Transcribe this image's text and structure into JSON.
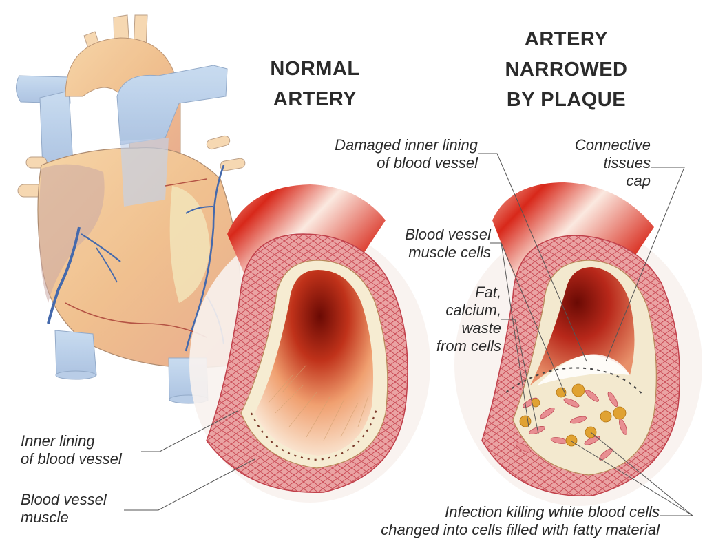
{
  "titles": {
    "normal": [
      "NORMAL",
      "ARTERY"
    ],
    "narrowed": [
      "ARTERY",
      "NARROWED",
      "BY PLAQUE"
    ]
  },
  "labels": {
    "inner_lining": [
      "Inner lining",
      "of blood vessel"
    ],
    "vessel_muscle": [
      "Blood vessel",
      "muscle"
    ],
    "damaged_lining": [
      "Damaged inner lining",
      "of blood vessel"
    ],
    "connective_cap": [
      "Connective",
      "tissues",
      "cap"
    ],
    "muscle_cells": [
      "Blood vessel",
      "muscle cells"
    ],
    "fat_calcium": [
      "Fat,",
      "calcium,",
      "waste",
      "from cells"
    ],
    "infection": [
      "Infection killing white blood cells",
      "changed into cells filled with fatty material"
    ]
  },
  "colors": {
    "text": "#2b2b2b",
    "leader_line": "#555555",
    "artery_red": "#d8281a",
    "lumen_dark": "#7a0d06",
    "wall_pink": "#e89a9a",
    "lining_cream": "#f6ecd2",
    "plaque_cream": "#f3e9cf",
    "fat_yellow": "#e0a232",
    "heart_peach": "#f3c48e",
    "vein_blue": "#bcd2ea",
    "coronary_blue": "#3b62a8"
  }
}
